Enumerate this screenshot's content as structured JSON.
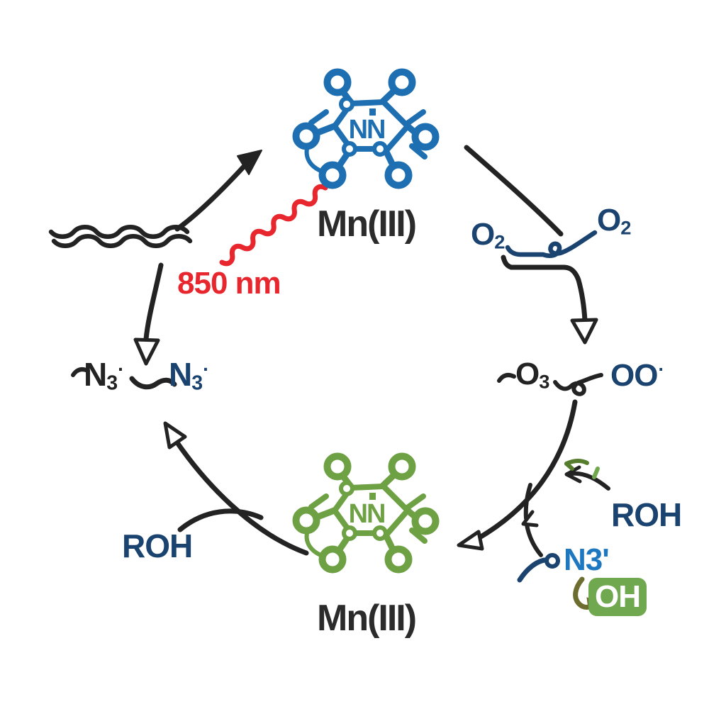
{
  "palette": {
    "ink": "#232323",
    "text_dark": "#2b2b2b",
    "navy": "#1b4370",
    "blue": "#1e6fb2",
    "bright_blue": "#1e78c0",
    "green": "#6da144",
    "green_dark": "#567d2e",
    "box_green": "#6fa84e",
    "olive": "#6d6d2f",
    "red": "#e8262d"
  },
  "complexes": {
    "core": "NN",
    "top": {
      "label": "Mn(III)"
    },
    "bottom": {
      "label": "Mn(III)"
    }
  },
  "photon": {
    "label": "850 nm"
  },
  "species": {
    "o2_left": {
      "base": "O",
      "sub": "2"
    },
    "o2_right": {
      "base": "O",
      "sub": "2"
    },
    "ozonide": {
      "base": "O",
      "sub": "3"
    },
    "peroxyl": {
      "base": "OO",
      "sup": "·"
    },
    "azide_black": {
      "base": "N",
      "sub": "3",
      "sup": "·"
    },
    "azide_blue": {
      "base": "N",
      "sub": "3",
      "sup": "·"
    },
    "roh_left": "ROH",
    "roh_right": "ROH",
    "n3_prime": "N3'",
    "hydroxide": "OH"
  }
}
